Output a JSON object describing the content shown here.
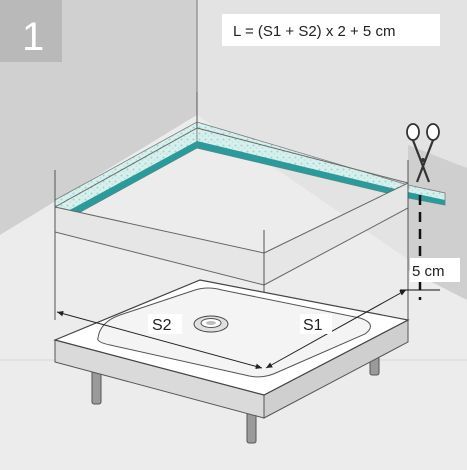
{
  "step_number": "1",
  "formula": "L = (S1 + S2) x 2 + 5 cm",
  "labels": {
    "s1": "S1",
    "s2": "S2",
    "cut_allowance": "5 cm"
  },
  "icons": {
    "cut_tool": "scissors-icon"
  },
  "colors": {
    "wall_back": "#d8d8d8",
    "wall_right": "#e4e4e4",
    "floor": "#efefef",
    "sealing_tape": "#2a9a9a",
    "tape_pattern": "#bfe6e4",
    "tray": "#ffffff",
    "step_badge": "#b9b9b9"
  }
}
